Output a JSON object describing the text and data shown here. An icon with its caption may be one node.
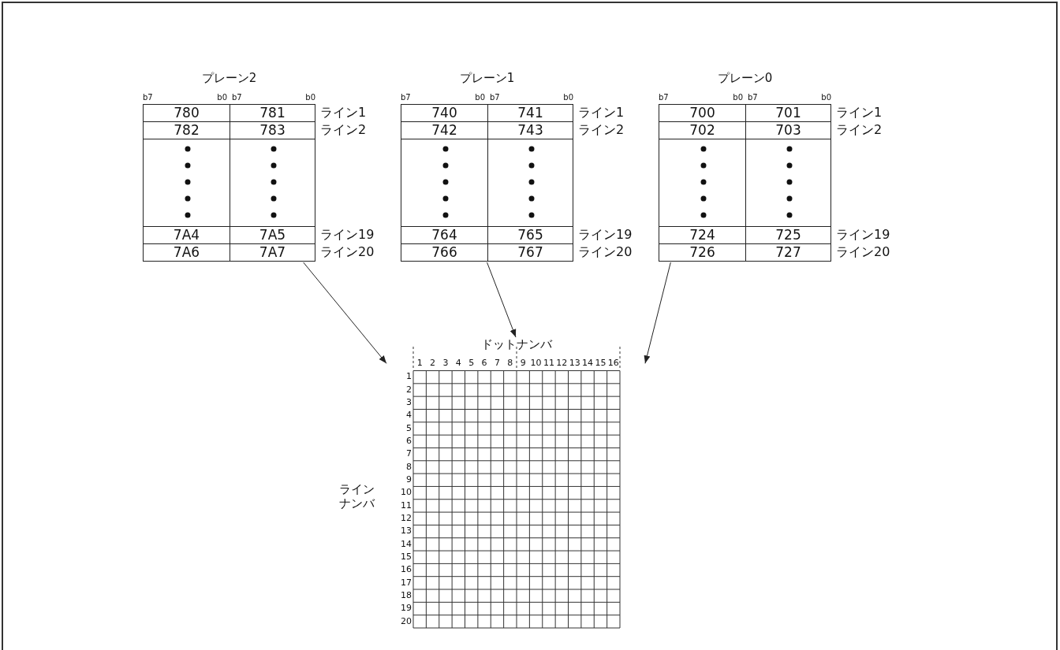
{
  "diagram": {
    "nodes": [
      {
        "text": [
          "プレーン2"
        ],
        "beside": [
          "b7",
          "b0",
          "b7",
          "b0",
          "ライン1",
          "ライン2",
          "ライン19",
          "ライン20"
        ]
      },
      {
        "text": [
          "780"
        ],
        "in": 0
      },
      {
        "text": [
          "781"
        ],
        "in": 0
      },
      {
        "text": [
          "782"
        ],
        "in": 0
      },
      {
        "text": [
          "783"
        ],
        "in": 0
      },
      {
        "text": [],
        "shape": "box",
        "in": 0
      },
      {
        "text": [],
        "shape": "box",
        "in": 0
      },
      {
        "text": [
          "7A4"
        ],
        "in": 0
      },
      {
        "text": [
          "7A5"
        ],
        "in": 0
      },
      {
        "text": [
          "7A6"
        ],
        "in": 0
      },
      {
        "text": [
          "7A7"
        ],
        "in": 0
      },
      {
        "text": [
          "プレーン1"
        ],
        "beside": [
          "b7",
          "b0",
          "b7",
          "b0",
          "ライン1",
          "ライン2",
          "ライン19",
          "ライン20"
        ]
      },
      {
        "text": [
          "740"
        ],
        "in": 11
      },
      {
        "text": [
          "741"
        ],
        "in": 11
      },
      {
        "text": [
          "742"
        ],
        "in": 11
      },
      {
        "text": [
          "743"
        ],
        "in": 11
      },
      {
        "text": [],
        "shape": "box",
        "in": 11
      },
      {
        "text": [],
        "shape": "box",
        "in": 11
      },
      {
        "text": [
          "764"
        ],
        "in": 11
      },
      {
        "text": [
          "765"
        ],
        "in": 11
      },
      {
        "text": [
          "766"
        ],
        "in": 11
      },
      {
        "text": [
          "767"
        ],
        "in": 11
      },
      {
        "text": [
          "プレーン0"
        ],
        "beside": [
          "b7",
          "b0",
          "b7",
          "b0",
          "ライン1",
          "ライン2",
          "ライン19",
          "ライン20"
        ]
      },
      {
        "text": [
          "700"
        ],
        "in": 22
      },
      {
        "text": [
          "701"
        ],
        "in": 22
      },
      {
        "text": [
          "702"
        ],
        "in": 22
      },
      {
        "text": [
          "703"
        ],
        "in": 22
      },
      {
        "text": [],
        "shape": "box",
        "in": 22
      },
      {
        "text": [],
        "shape": "box",
        "in": 22
      },
      {
        "text": [
          "724"
        ],
        "in": 22
      },
      {
        "text": [
          "725"
        ],
        "in": 22
      },
      {
        "text": [
          "726"
        ],
        "in": 22
      },
      {
        "text": [
          "727"
        ],
        "in": 22
      },
      {
        "text": [
          "ドットナンバ"
        ]
      }
    ],
    "edges": [
      {
        "from": 0,
        "to": 33,
        "arrow": "to"
      },
      {
        "from": 11,
        "to": 33,
        "arrow": "to"
      },
      {
        "from": 22,
        "to": 33,
        "arrow": "to"
      }
    ],
    "labels": [
      "1",
      "2",
      "3",
      "4",
      "5",
      "6",
      "7",
      "8",
      "9",
      "10",
      "11",
      "12",
      "13",
      "14",
      "15",
      "16",
      "1",
      "2",
      "3",
      "4",
      "5",
      "6",
      "7",
      "8",
      "9",
      "10",
      "11",
      "12",
      "13",
      "14",
      "15",
      "16",
      "17",
      "18",
      "19",
      "20",
      "ラインナンバ"
    ]
  }
}
